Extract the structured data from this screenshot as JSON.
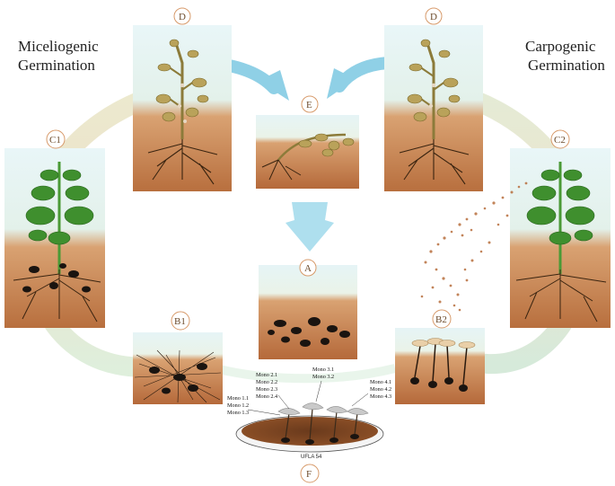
{
  "titles": {
    "miceliogenic": [
      "Miceliogenic",
      "Germination"
    ],
    "carpogenic": [
      "Carpogenic",
      "Germination"
    ]
  },
  "labels": {
    "A": "A",
    "B1": "B1",
    "B2": "B2",
    "C1": "C1",
    "C2": "C2",
    "D_left": "D",
    "D_right": "D",
    "E": "E",
    "F": "F"
  },
  "petri_dish": {
    "label": "UFLA 54",
    "groups": [
      [
        "Mono 1.1",
        "Mono 1.2",
        "Mono 1.3"
      ],
      [
        "Mono 2.1",
        "Mono 2.2",
        "Mono 2.3",
        "Mono 2.4"
      ],
      [
        "Mono 3.1",
        "Mono 3.2"
      ],
      [
        "Mono 4.1",
        "Mono 4.2",
        "Mono 4.3"
      ]
    ]
  },
  "colors": {
    "sky": "#d6eef2",
    "soil": "#c98a5a",
    "soil_dark": "#b5703e",
    "plant_green": "#3f8f2e",
    "wilted": "#b7a25a",
    "sclerotia": "#1a1410",
    "label_ring": "#d79a6a",
    "cycle_arrow": "#a9d9e6"
  }
}
